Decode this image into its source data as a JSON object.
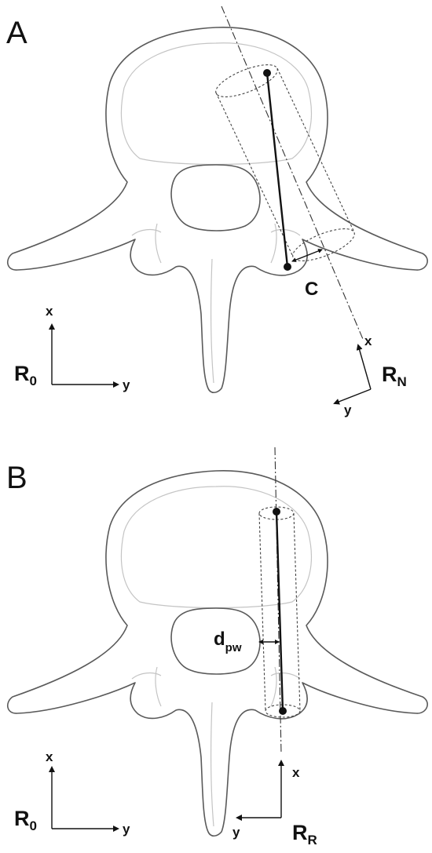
{
  "panels": [
    {
      "letter": "A",
      "frame_global": {
        "name": "R",
        "sub": "0",
        "x": "x",
        "y": "y"
      },
      "frame_local": {
        "name": "R",
        "sub": "N",
        "x": "x",
        "y": "y"
      },
      "callout": {
        "main": "C",
        "sub": ""
      }
    },
    {
      "letter": "B",
      "frame_global": {
        "name": "R",
        "sub": "0",
        "x": "x",
        "y": "y"
      },
      "frame_local": {
        "name": "R",
        "sub": "R",
        "x": "x",
        "y": "y"
      },
      "callout": {
        "main": "d",
        "sub": "pw"
      }
    }
  ]
}
